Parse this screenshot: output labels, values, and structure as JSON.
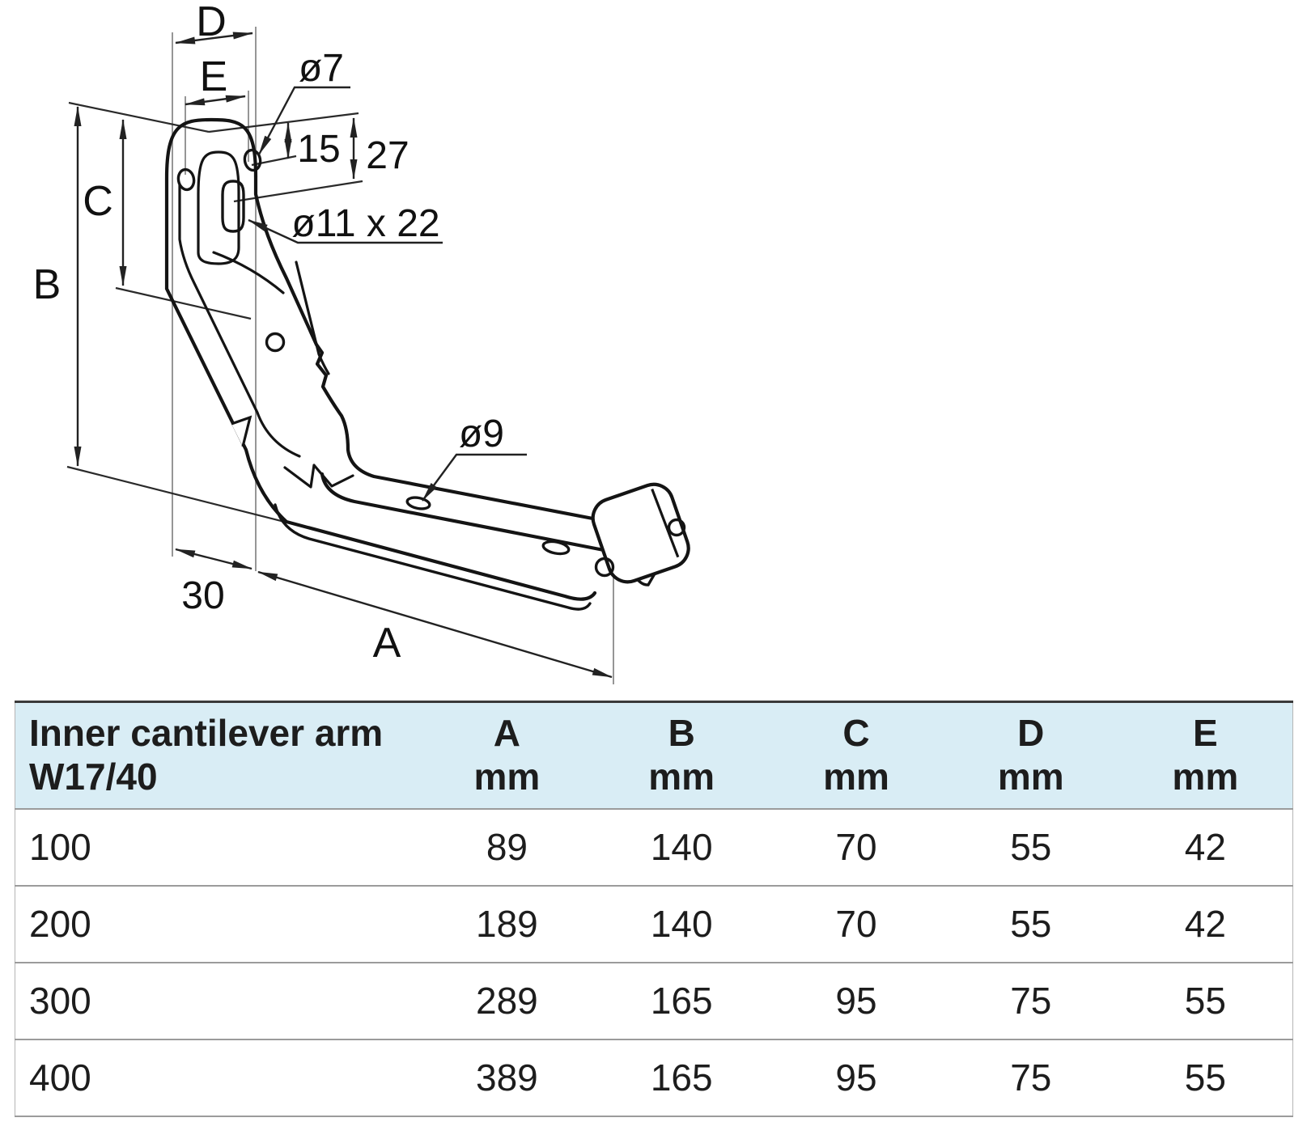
{
  "drawing": {
    "annotations": {
      "dim_d": "D",
      "dim_e": "E",
      "hole_diameter_top": "ø7",
      "offset_15": "15",
      "offset_27": "27",
      "dim_c": "C",
      "dim_b": "B",
      "slot_size": "ø11 x 22",
      "hole_diameter_arm": "ø9",
      "offset_30": "30",
      "dim_a": "A"
    }
  },
  "table": {
    "header_bg": "#d9edf5",
    "title_line1": "Inner cantilever arm",
    "title_line2": "W17/40",
    "columns": [
      {
        "letter": "A",
        "unit": "mm"
      },
      {
        "letter": "B",
        "unit": "mm"
      },
      {
        "letter": "C",
        "unit": "mm"
      },
      {
        "letter": "D",
        "unit": "mm"
      },
      {
        "letter": "E",
        "unit": "mm"
      }
    ],
    "rows": [
      {
        "size": "100",
        "A": "89",
        "B": "140",
        "C": "70",
        "D": "55",
        "E": "42"
      },
      {
        "size": "200",
        "A": "189",
        "B": "140",
        "C": "70",
        "D": "55",
        "E": "42"
      },
      {
        "size": "300",
        "A": "289",
        "B": "165",
        "C": "95",
        "D": "75",
        "E": "55"
      },
      {
        "size": "400",
        "A": "389",
        "B": "165",
        "C": "95",
        "D": "75",
        "E": "55"
      }
    ]
  }
}
